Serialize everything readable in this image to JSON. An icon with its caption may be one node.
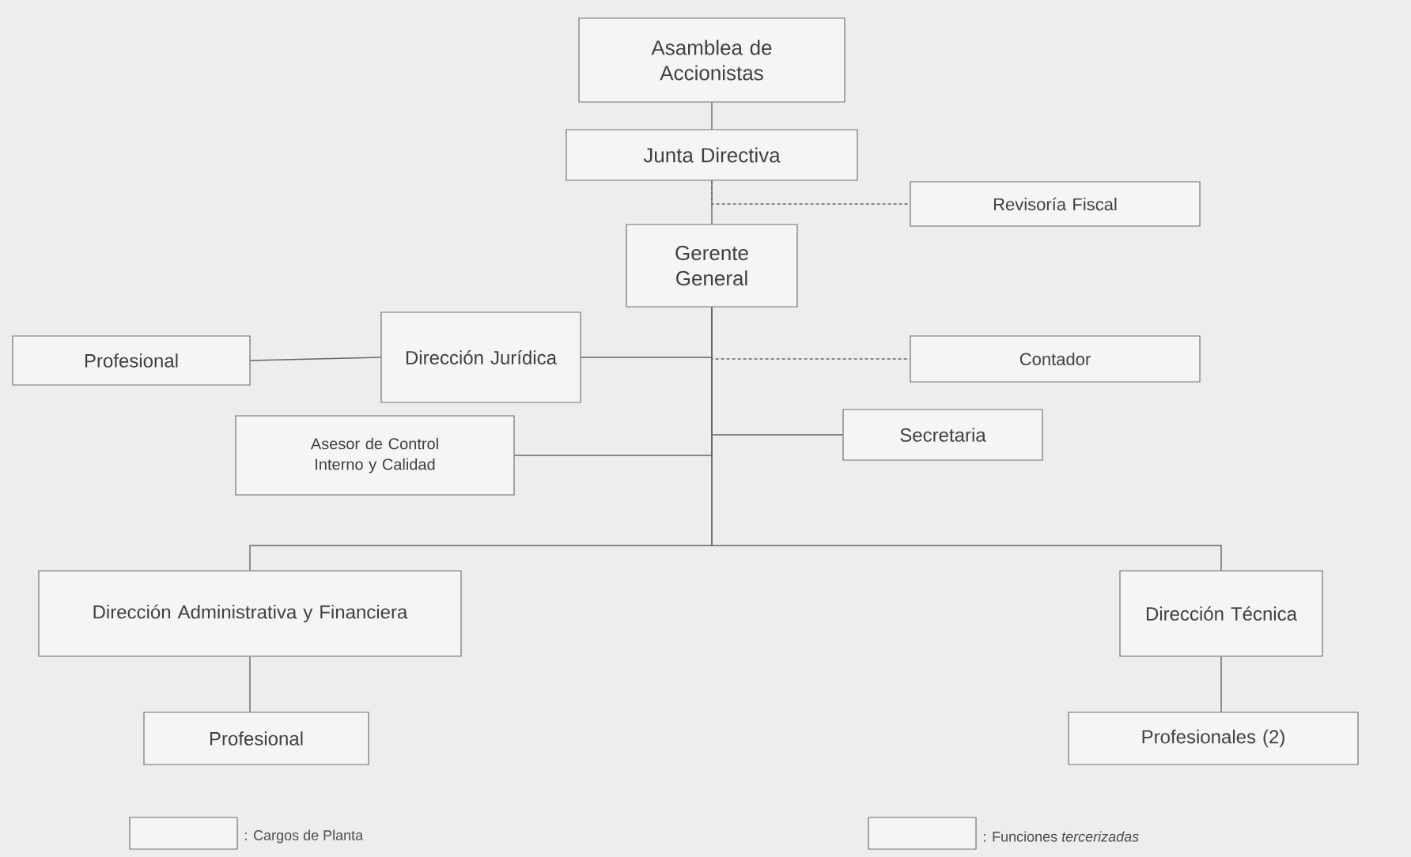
{
  "diagram": {
    "nodes": [
      {
        "text": [
          "Asamblea de Accionistas"
        ]
      },
      {
        "text": [
          "Junta Directiva"
        ]
      },
      {
        "text": [
          "Revisoría Fiscal"
        ]
      },
      {
        "text": [
          "Gerente General"
        ]
      },
      {
        "text": [
          "Profesional"
        ]
      },
      {
        "text": [
          "Dirección Jurídica"
        ]
      },
      {
        "text": [
          "Contador"
        ]
      },
      {
        "text": [
          "Asesor de Control Interno y Calidad"
        ]
      },
      {
        "text": [
          "Secretaria"
        ]
      },
      {
        "text": [
          "Dirección Administrativa y Financiera"
        ]
      },
      {
        "text": [
          "Dirección Técnica"
        ]
      },
      {
        "text": [
          "Profesional"
        ]
      },
      {
        "text": [
          "Profesionales (2)"
        ]
      }
    ],
    "edges": [
      {
        "from": 0,
        "to": 1,
        "arrow": "none"
      },
      {
        "from": 1,
        "to": 3,
        "arrow": "none"
      },
      {
        "from": 1,
        "to": 2,
        "arrow": "none",
        "style": "dashed"
      },
      {
        "from": 3,
        "to": 5,
        "arrow": "none"
      },
      {
        "from": 3,
        "to": 6,
        "arrow": "none",
        "style": "dashed"
      },
      {
        "from": 5,
        "to": 4,
        "arrow": "none"
      },
      {
        "from": 3,
        "to": 7,
        "arrow": "none"
      },
      {
        "from": 3,
        "to": 8,
        "arrow": "none"
      },
      {
        "from": 3,
        "to": 9,
        "arrow": "none"
      },
      {
        "from": 3,
        "to": 10,
        "arrow": "none"
      },
      {
        "from": 9,
        "to": 11,
        "arrow": "none"
      },
      {
        "from": 10,
        "to": 12,
        "arrow": "none"
      }
    ],
    "legend": [
      {
        "text": ": Cargos de Planta"
      },
      {
        "text": ": Funciones *tercerizadas*"
      }
    ]
  }
}
